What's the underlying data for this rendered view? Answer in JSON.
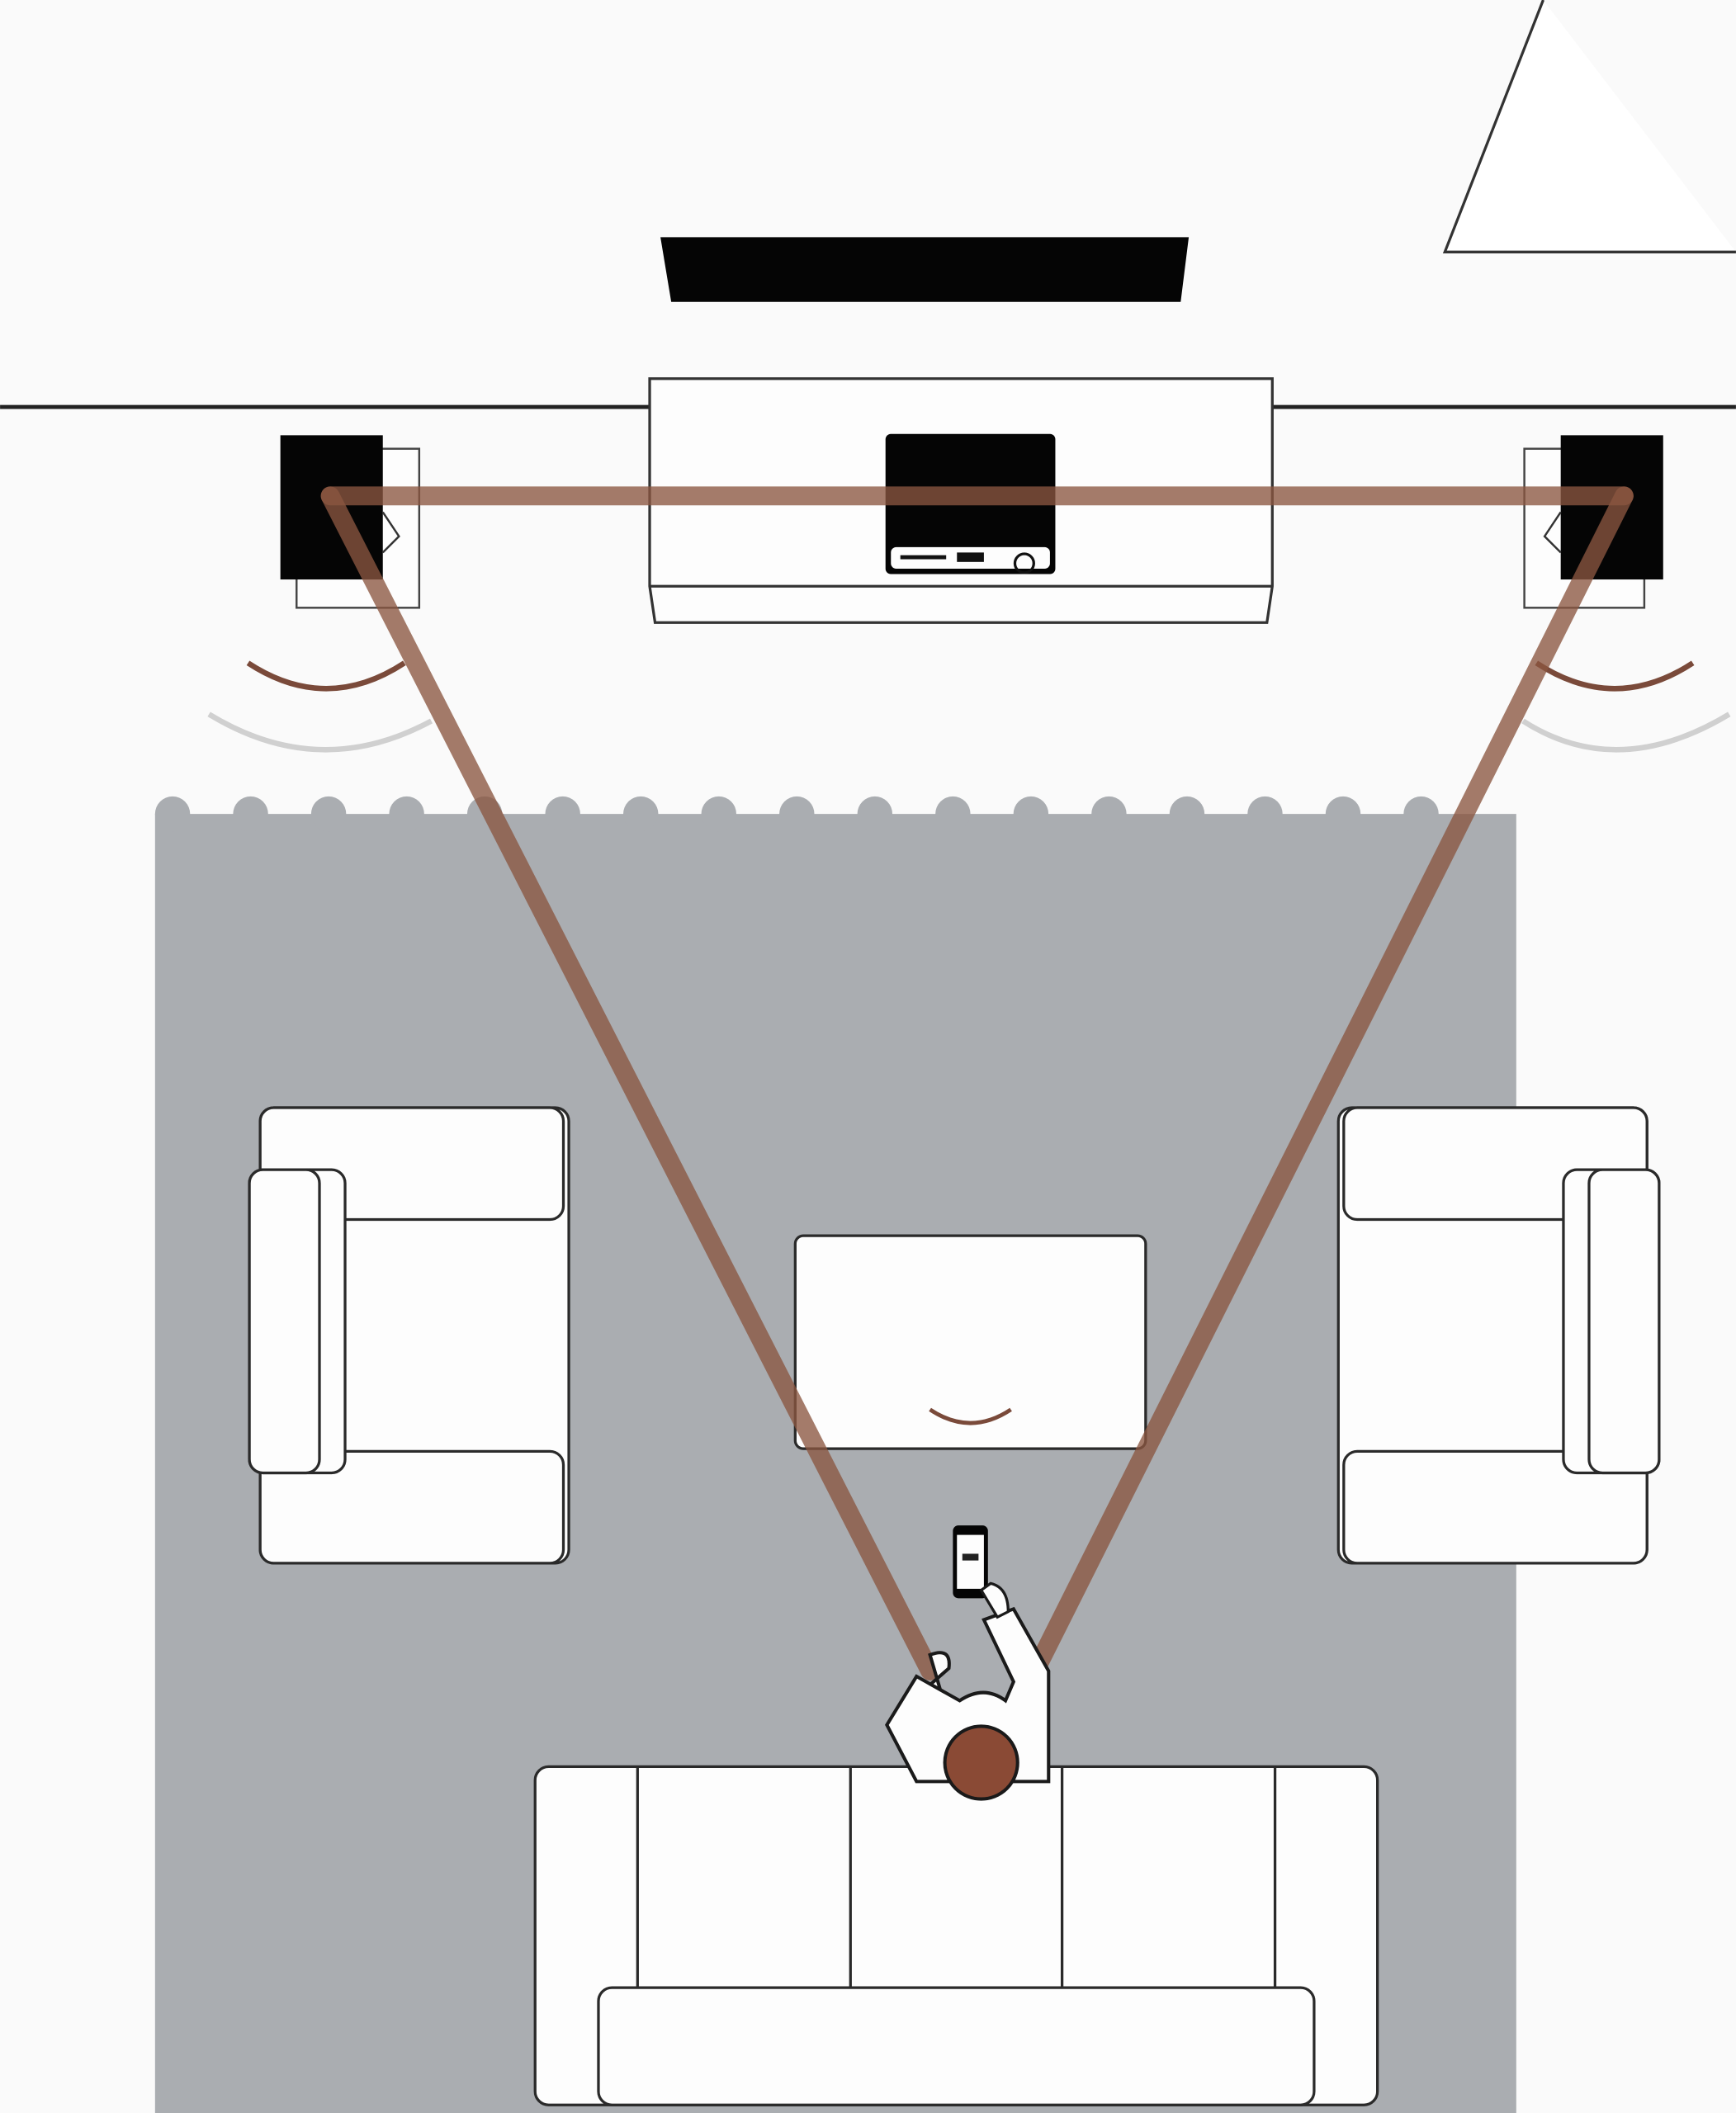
{
  "colors": {
    "background": "#fafafa",
    "rug": "#aaadb1",
    "furniture_fill": "#fdfdfd",
    "outline": "#2a2a2a",
    "device": "#050505",
    "listening_triangle": "#8b5640",
    "sound_wave_near": "#7a4a3a",
    "sound_wave_far": "#d0d0d0",
    "hair": "#8a4a35"
  },
  "icons": [
    "tv",
    "media-console",
    "av-receiver",
    "left-speaker",
    "right-speaker",
    "rug",
    "armchair-left",
    "armchair-right",
    "coffee-table",
    "sofa",
    "listener",
    "smartphone",
    "listening-triangle"
  ]
}
